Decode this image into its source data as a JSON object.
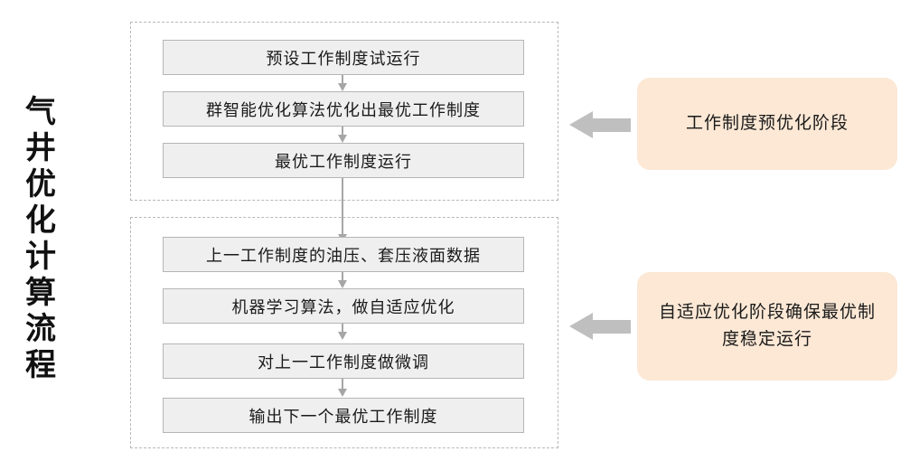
{
  "page": {
    "vertical_title": "气井优化计算流程",
    "background_color": "#ffffff"
  },
  "colors": {
    "step_fill": "#efefef",
    "step_border": "#b5b5b5",
    "group_border": "#b8b8b8",
    "connector": "#a6a6a6",
    "callout_fill": "#fce8d5",
    "block_arrow": "#bfbfbf",
    "text": "#1a1a1a"
  },
  "groups": [
    {
      "id": "pre-optimization",
      "steps": [
        {
          "label": "预设工作制度试运行"
        },
        {
          "label": "群智能优化算法优化出最优工作制度"
        },
        {
          "label": "最优工作制度运行"
        }
      ]
    },
    {
      "id": "adaptive-optimization",
      "steps": [
        {
          "label": "上一工作制度的油压、套压液面数据"
        },
        {
          "label": "机器学习算法，做自适应优化"
        },
        {
          "label": "对上一工作制度做微调"
        },
        {
          "label": "输出下一个最优工作制度"
        }
      ]
    }
  ],
  "callouts": [
    {
      "id": "pre-optimization-stage",
      "label": "工作制度预优化阶段",
      "arrow": "left-block-arrow"
    },
    {
      "id": "adaptive-optimization-stage",
      "label": "自适应优化阶段确保最优制度稳定运行",
      "arrow": "left-block-arrow"
    }
  ]
}
